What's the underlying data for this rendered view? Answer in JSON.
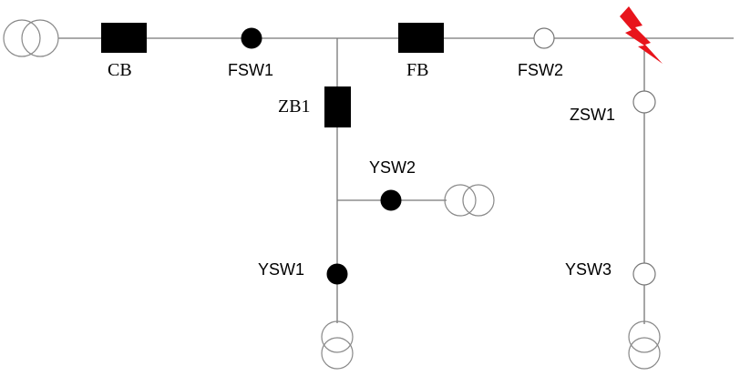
{
  "labels": {
    "cb": "CB",
    "fsw1": "FSW1",
    "fb": "FB",
    "fsw2": "FSW2",
    "zb1": "ZB1",
    "zsw1": "ZSW1",
    "ysw2": "YSW2",
    "ysw1": "YSW1",
    "ysw3": "YSW3"
  },
  "switch_states": {
    "fsw1": "closed",
    "fsw2": "open",
    "zsw1": "open",
    "ysw1": "closed",
    "ysw2": "closed",
    "ysw3": "open"
  },
  "colors": {
    "fault": "#e8141c",
    "closed_switch": "#000000",
    "breaker": "#000000",
    "line": "#777777"
  },
  "icons": {
    "fault": "lightning-bolt-icon",
    "transformer": "transformer-icon"
  }
}
